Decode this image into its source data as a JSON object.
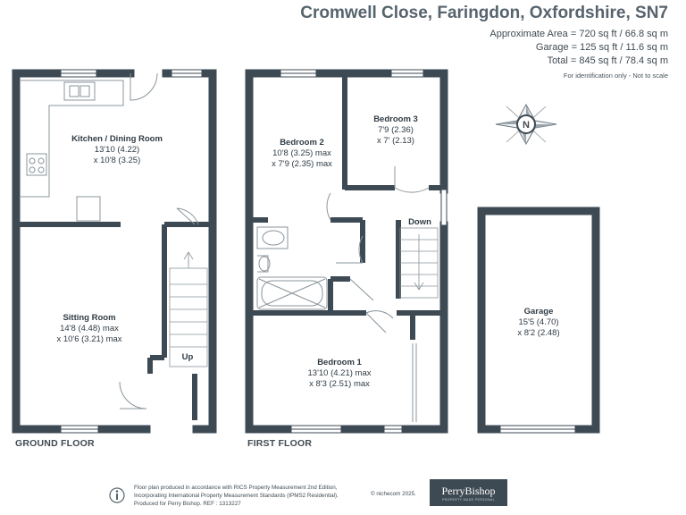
{
  "header": {
    "address": "Cromwell Close, Faringdon, Oxfordshire, SN7",
    "area_approx": "Approximate Area = 720 sq ft / 66.8 sq m",
    "area_garage": "Garage = 125 sq ft / 11.6 sq m",
    "area_total": "Total = 845 sq ft / 78.4 sq m",
    "disclaimer": "For identification only - Not to scale"
  },
  "compass": {
    "letter": "N"
  },
  "rooms": {
    "kitchen": {
      "name": "Kitchen / Dining Room",
      "dim1": "13'10 (4.22)",
      "dim2": "x 10'8 (3.25)"
    },
    "sitting": {
      "name": "Sitting Room",
      "dim1": "14'8 (4.48) max",
      "dim2": "x 10'6 (3.21) max"
    },
    "bedroom2": {
      "name": "Bedroom 2",
      "dim1": "10'8 (3.25) max",
      "dim2": "x 7'9 (2.35) max"
    },
    "bedroom3": {
      "name": "Bedroom 3",
      "dim1": "7'9 (2.36)",
      "dim2": "x 7' (2.13)"
    },
    "bedroom1": {
      "name": "Bedroom 1",
      "dim1": "13'10 (4.21) max",
      "dim2": "x 8'3 (2.51) max"
    },
    "garage": {
      "name": "Garage",
      "dim1": "15'5 (4.70)",
      "dim2": "x 8'2 (2.48)"
    }
  },
  "stairs": {
    "up": "Up",
    "down": "Down"
  },
  "floors": {
    "ground": "GROUND FLOOR",
    "first": "FIRST FLOOR"
  },
  "footer": {
    "line1": "Floor plan produced in accordance with RICS Property Measurement 2nd Edition,",
    "line2": "Incorporating International Property Measurement Standards (IPMS2 Residential).",
    "copyright": "© nichecom 2025.",
    "line3": "Produced for Perry Bishop.    REF : 1313227"
  },
  "logo": {
    "brand": "PerryBishop",
    "tagline": "PROPERTY MADE PERSONAL"
  },
  "colors": {
    "wall": "#3d4a54",
    "text": "#2f3b44",
    "line": "#8a949b"
  }
}
